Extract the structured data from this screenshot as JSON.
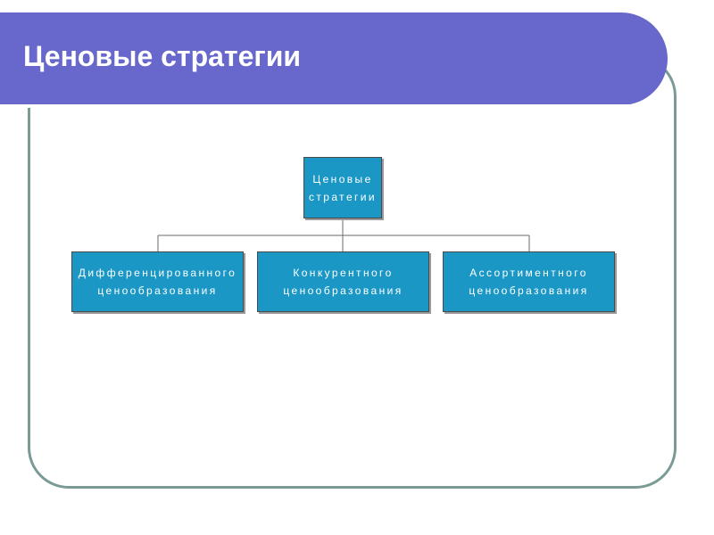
{
  "slide": {
    "title": "Ценовые стратегии"
  },
  "diagram": {
    "root": {
      "line1": "Ценовые",
      "line2": "стратегии"
    },
    "children": [
      {
        "line1": "Дифференцированного",
        "line2": "ценообразования"
      },
      {
        "line1": "Конкурентного",
        "line2": "ценообразования"
      },
      {
        "line1": "Ассортиментного",
        "line2": "ценообразования"
      }
    ]
  },
  "colors": {
    "title_bar": "#6767cc",
    "node_fill": "#1b97c6",
    "frame_border": "#7a9b95"
  }
}
